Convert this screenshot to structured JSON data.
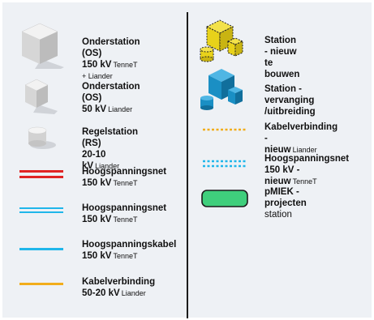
{
  "left_column": [
    {
      "key": "os_150",
      "title": "Onderstation (OS)",
      "value": "150 kV",
      "owner": "TenneT + Liander",
      "icon": "cube-large-icon"
    },
    {
      "key": "os_50",
      "title": "Onderstation (OS)",
      "value": "50 kV",
      "owner": "Liander",
      "icon": "cube-small-icon"
    },
    {
      "key": "rs",
      "title": "Regelstation (RS)",
      "value": "20-10 kV",
      "owner": "Liander",
      "icon": "cylinder-icon"
    },
    {
      "key": "hsn_red",
      "title": "Hoogspanningsnet",
      "value": "150 kV",
      "owner": "TenneT",
      "icon": "double-red-line-icon"
    },
    {
      "key": "hsn_blue",
      "title": "Hoogspanningsnet",
      "value": "150 kV",
      "owner": "TenneT",
      "icon": "double-blue-line-icon"
    },
    {
      "key": "hsk",
      "title": "Hoogspanningskabel",
      "value": "150 kV",
      "owner": "TenneT",
      "icon": "single-blue-line-icon"
    },
    {
      "key": "kv_orange",
      "title": "Kabelverbinding",
      "value": "50-20 kV",
      "owner": "Liander",
      "icon": "orange-line-icon"
    }
  ],
  "right_column": [
    {
      "key": "station_new",
      "line1": "Station - nieuw",
      "line2": "te bouwen",
      "icon": "yellow-station-icon"
    },
    {
      "key": "station_replace",
      "line1": "Station - vervanging",
      "line2": "/uitbreiding",
      "icon": "blue-station-icon"
    },
    {
      "key": "kv_new",
      "line1": "Kabelverbinding -",
      "line2": "nieuw",
      "owner": "Liander",
      "icon": "dotted-orange-line-icon"
    },
    {
      "key": "hsn_new",
      "line1": "Hoogspanningsnet",
      "line2": "150 kV - nieuw",
      "owner": "TenneT",
      "icon": "dotted-blue-double-line-icon"
    },
    {
      "key": "pmiek",
      "line1": "pMIEK - projecten",
      "line2": "station",
      "icon": "green-pill-icon"
    }
  ],
  "colors": {
    "background": "#eef1f5",
    "red_line": "#e02424",
    "blue_line": "#1fb6ea",
    "orange_line": "#f2ad1b",
    "yellow_station": "#e8d21a",
    "blue_station": "#1a8fc4",
    "green_pill": "#3fcf7c"
  }
}
